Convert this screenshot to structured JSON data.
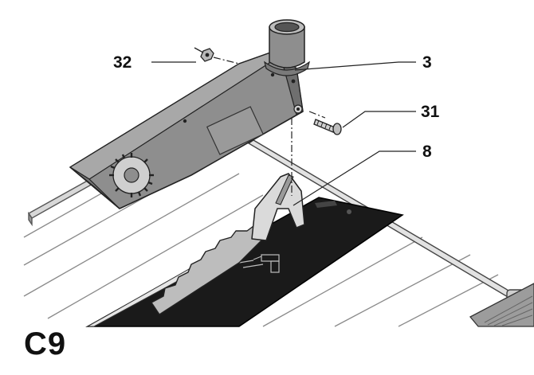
{
  "figure": {
    "label": "C9",
    "callouts": {
      "c32": "32",
      "c3": "3",
      "c31": "31",
      "c8": "8"
    }
  },
  "colors": {
    "ink": "#111111",
    "guard_fill": "#8e8e8e",
    "guard_side": "#6f6f6f",
    "table_stroke": "#777777",
    "insert_fill": "#1a1a1a",
    "blade_fill": "#bdbdbd"
  }
}
